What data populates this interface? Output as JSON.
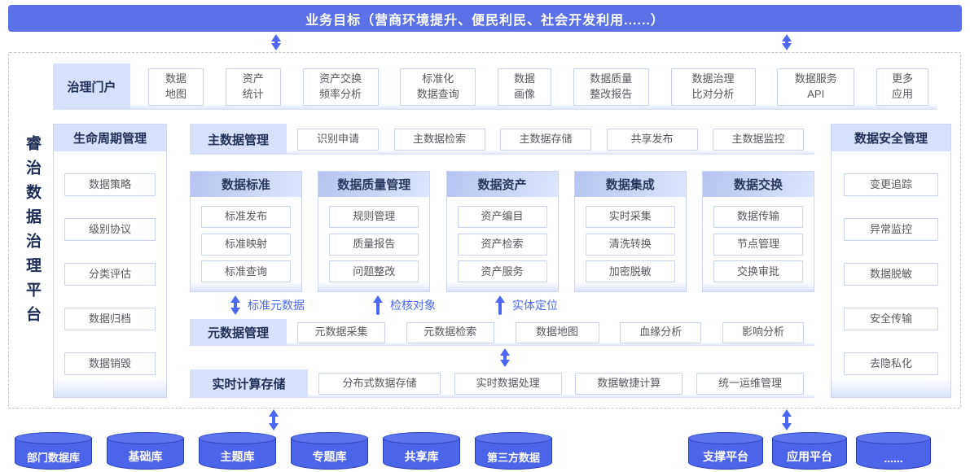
{
  "banner": {
    "text": "业务目标（营商环境提升、便民利民、社会开发利用......）"
  },
  "platform_title": "睿治数据治理平台",
  "portal": {
    "label": "治理门户",
    "items": [
      "数据\n地图",
      "资产\n统计",
      "资产交换\n频率分析",
      "标准化\n数据查询",
      "数据\n画像",
      "数据质量\n整改报告",
      "数据治理\n比对分析",
      "数据服务\nAPI",
      "更多\n应用"
    ]
  },
  "lifecycle": {
    "label": "生命周期管理",
    "items": [
      "数据策略",
      "级别协议",
      "分类评估",
      "数据归档",
      "数据销毁"
    ]
  },
  "master_data": {
    "label": "主数据管理",
    "items": [
      "识别申请",
      "主数据检索",
      "主数据存储",
      "共享发布",
      "主数据监控"
    ]
  },
  "modules": [
    {
      "title": "数据标准",
      "items": [
        "标准发布",
        "标准映射",
        "标准查询"
      ]
    },
    {
      "title": "数据质量管理",
      "items": [
        "规则管理",
        "质量报告",
        "问题整改"
      ]
    },
    {
      "title": "数据资产",
      "items": [
        "资产编目",
        "资产检索",
        "资产服务"
      ]
    },
    {
      "title": "数据集成",
      "items": [
        "实时采集",
        "清洗转换",
        "加密脱敏"
      ]
    },
    {
      "title": "数据交换",
      "items": [
        "数据传输",
        "节点管理",
        "交换审批"
      ]
    }
  ],
  "flow_labels": [
    {
      "text": "标准元数据",
      "arrow": "double"
    },
    {
      "text": "检核对象",
      "arrow": "up"
    },
    {
      "text": "实体定位",
      "arrow": "up"
    }
  ],
  "metadata": {
    "label": "元数据管理",
    "items": [
      "元数据采集",
      "元数据检索",
      "数据地图",
      "血缘分析",
      "影响分析"
    ]
  },
  "realtime": {
    "label": "实时计算存储",
    "items": [
      "分布式数据存储",
      "实时数据处理",
      "数据敏捷计算",
      "统一运维管理"
    ]
  },
  "security": {
    "label": "数据安全管理",
    "items": [
      "变更追踪",
      "异常监控",
      "数据脱敏",
      "安全传输",
      "去隐私化"
    ]
  },
  "databases": [
    "部门数据库",
    "基础库",
    "主题库",
    "专题库",
    "共享库",
    "第三方数据"
  ],
  "platforms": [
    "支撑平台",
    "应用平台",
    "......"
  ],
  "colors": {
    "banner": "#5a71e7",
    "arrow": "#4c68f2",
    "label_bg": "#d8e1fb",
    "cylinder": "#4a64ea"
  }
}
